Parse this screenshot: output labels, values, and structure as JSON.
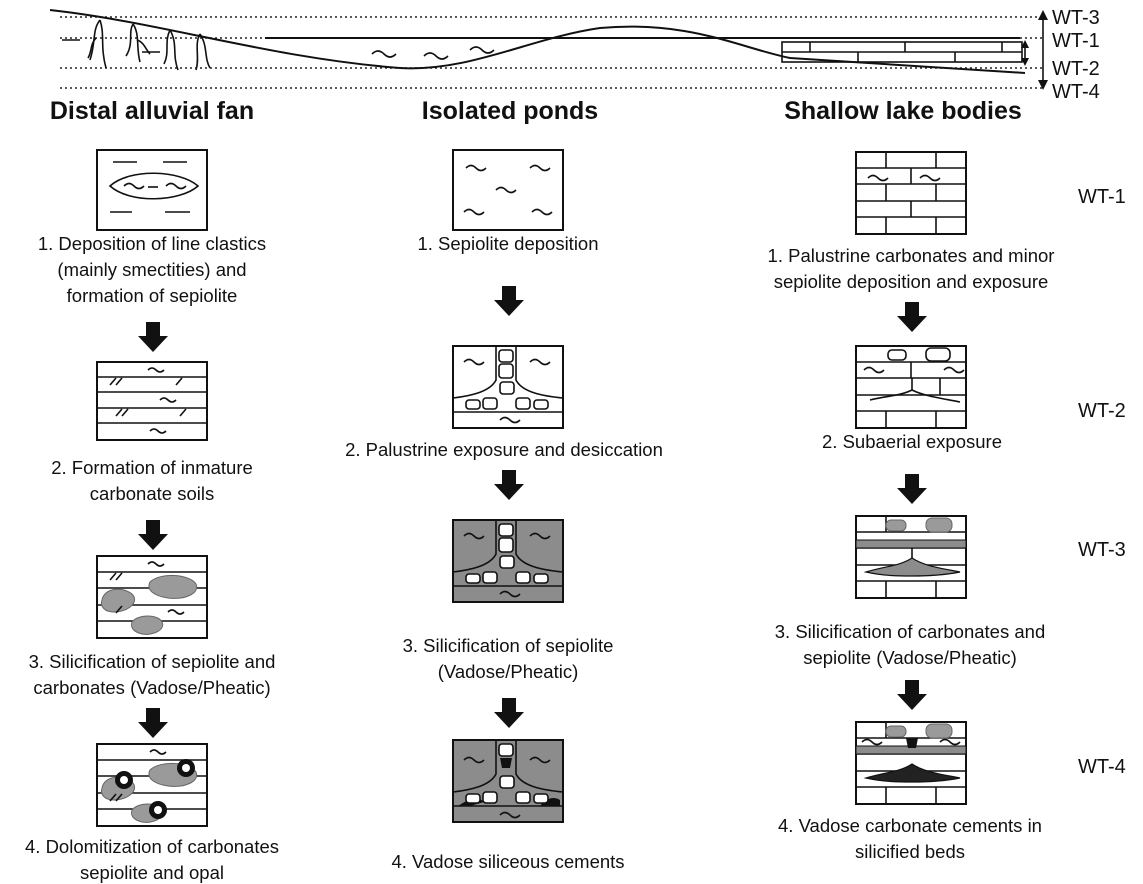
{
  "columns": {
    "alluvial": "Distal alluvial fan",
    "ponds": "Isolated ponds",
    "lake": "Shallow lake bodies"
  },
  "water_tables": {
    "wt1": "WT-1",
    "wt2": "WT-2",
    "wt3": "WT-3",
    "wt4": "WT-4"
  },
  "alluvial_steps": [
    [
      "1. Deposition of line clastics",
      "(mainly smectities) and",
      "formation of sepiolite"
    ],
    [
      "2. Formation of inmature",
      "carbonate soils"
    ],
    [
      "3. Silicification of sepiolite and",
      "carbonates (Vadose/Pheatic)"
    ],
    [
      "4. Dolomitization of carbonates",
      "sepiolite and opal"
    ]
  ],
  "pond_steps": [
    [
      "1. Sepiolite deposition"
    ],
    [
      "2. Palustrine exposure and desiccation"
    ],
    [
      "3. Silicification of sepiolite",
      "(Vadose/Pheatic)"
    ],
    [
      "4. Vadose siliceous cements"
    ]
  ],
  "lake_steps": [
    [
      "1. Palustrine carbonates and minor",
      "sepiolite deposition and exposure"
    ],
    [
      "2. Subaerial exposure"
    ],
    [
      "3. Silicification of carbonates and",
      "sepiolite (Vadose/Pheatic)"
    ],
    [
      "4. Vadose carbonate cements in",
      "silicified beds"
    ]
  ],
  "colors": {
    "ink": "#111111",
    "silica_fill": "#8c8c8c",
    "silica_blob": "#9a9a9a",
    "cement": "#111111"
  }
}
